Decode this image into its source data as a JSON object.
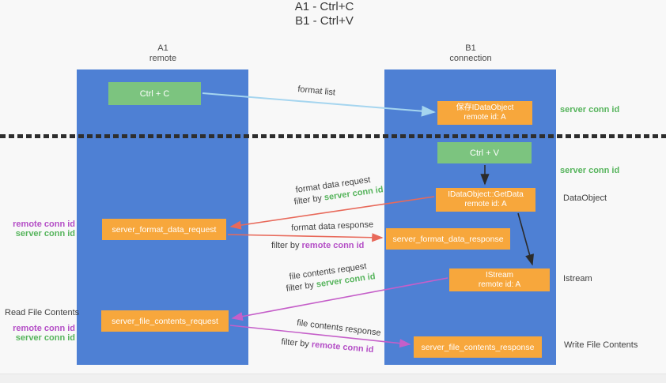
{
  "title": {
    "line1": "A1 - Ctrl+C",
    "line2": "B1 - Ctrl+V"
  },
  "columns": {
    "left": {
      "id": "A1",
      "name": "remote"
    },
    "right": {
      "id": "B1",
      "name": "connection"
    }
  },
  "boxes": {
    "ctrl_c": {
      "label": "Ctrl + C"
    },
    "save_obj": {
      "line1": "保存IDataObject",
      "line2": "remote id: A"
    },
    "ctrl_v": {
      "label": "Ctrl + V"
    },
    "getdata": {
      "line1": "IDataObject::GetData",
      "line2": "remote id: A"
    },
    "format_request": {
      "label": "server_format_data_request"
    },
    "format_response": {
      "label": "server_format_data_response"
    },
    "istream": {
      "line1": "IStream",
      "line2": "remote id: A"
    },
    "file_request": {
      "label": "server_file_contents_request"
    },
    "file_response": {
      "label": "server_file_contents_response"
    }
  },
  "edges": {
    "format_list": {
      "label": "format list"
    },
    "format_request": {
      "label": "format data request",
      "filter_prefix": "filter by ",
      "filter_key": "server conn id"
    },
    "format_response": {
      "label": "format data response",
      "filter_prefix": "filter by ",
      "filter_key": "remote conn id"
    },
    "file_request": {
      "label": "file contents request",
      "filter_prefix": "filter by ",
      "filter_key": "server conn id"
    },
    "file_response": {
      "label": "file contents response",
      "filter_prefix": "filter by ",
      "filter_key": "remote conn id"
    }
  },
  "side_labels": {
    "server_conn_top": "server conn id",
    "server_conn_mid": "server conn id",
    "dataobject": "DataObject",
    "istream": "Istream",
    "write_file": "Write File Contents",
    "read_file": "Read File Contents",
    "pair1": {
      "remote": "remote conn id",
      "server": "server conn id"
    },
    "pair2": {
      "remote": "remote conn id",
      "server": "server conn id"
    }
  },
  "colors": {
    "column_blue": "#4e80d4",
    "green_box": "#7cc47f",
    "orange_box": "#f7a73c",
    "arrow_blue": "#a5d5ef",
    "arrow_red": "#e8695a",
    "arrow_magenta": "#c55fc9",
    "arrow_black": "#2b2b2b",
    "label_green": "#56b45c",
    "label_purple": "#b44ec6"
  }
}
